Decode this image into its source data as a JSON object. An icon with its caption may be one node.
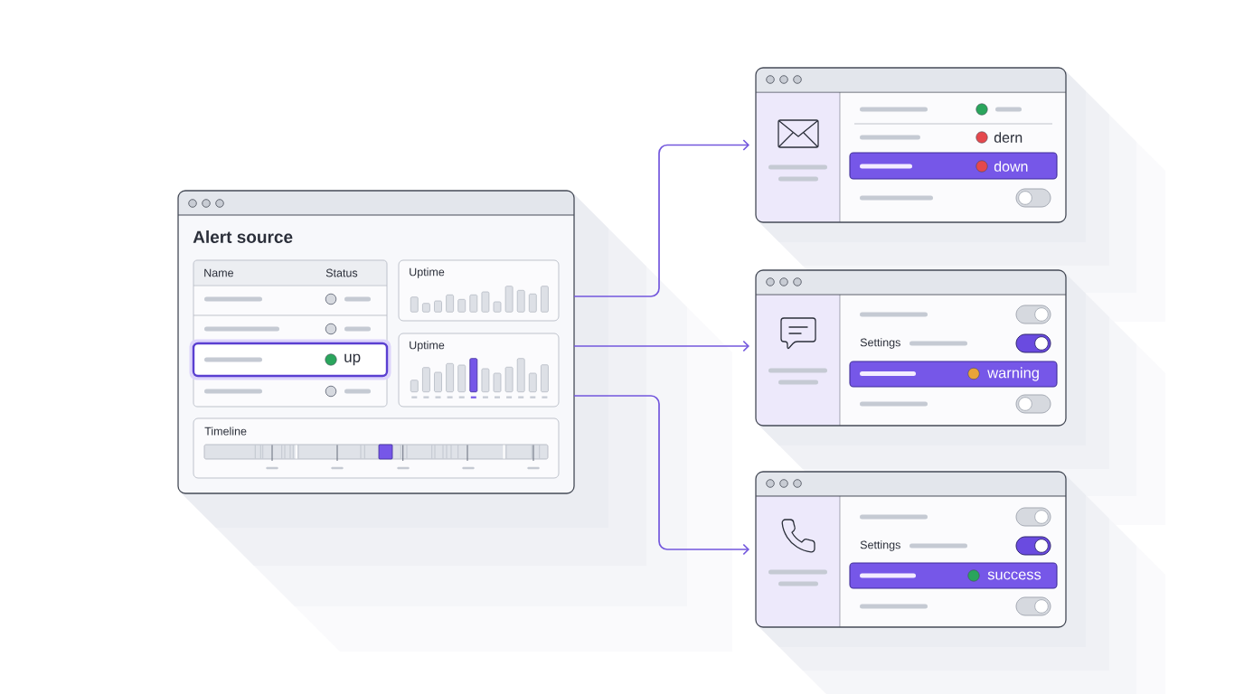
{
  "diagram": {
    "nodes": [
      {
        "text": [
          "Alert source"
        ]
      },
      {
        "text": [
          "Name",
          "Status"
        ],
        "in": 0
      },
      {
        "text": [
          "up"
        ],
        "in": 1
      },
      {
        "text": [
          "Uptime"
        ],
        "in": 0
      },
      {
        "text": [
          "Uptime"
        ],
        "in": 0
      },
      {
        "text": [
          "Timeline"
        ],
        "in": 0
      },
      {
        "text": [
          "dern"
        ]
      },
      {
        "text": [
          "down"
        ],
        "in": 6
      },
      {
        "text": [
          "Settings"
        ]
      },
      {
        "text": [
          "warning"
        ],
        "in": 8
      },
      {
        "text": [
          "Settings"
        ]
      },
      {
        "text": [
          "success"
        ],
        "in": 10
      }
    ],
    "edges": [
      {
        "from": 0,
        "to": 6,
        "arrow": "to"
      },
      {
        "from": 0,
        "to": 8,
        "arrow": "to"
      },
      {
        "from": 0,
        "to": 10,
        "arrow": "to"
      }
    ]
  }
}
